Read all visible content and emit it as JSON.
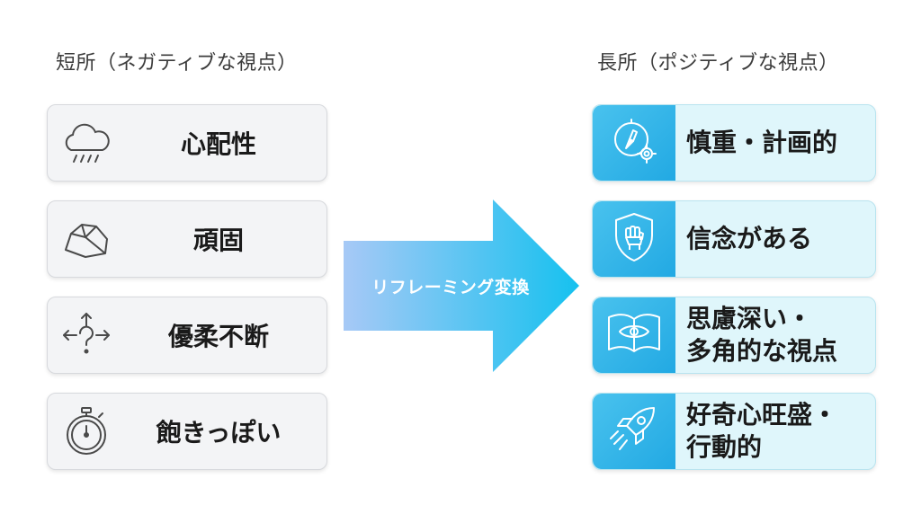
{
  "left_column": {
    "title": "短所（ネガティブな視点）",
    "items": [
      {
        "label": "心配性",
        "icon": "rain-cloud-icon"
      },
      {
        "label": "頑固",
        "icon": "rock-icon"
      },
      {
        "label": "優柔不断",
        "icon": "question-arrows-icon"
      },
      {
        "label": "飽きっぽい",
        "icon": "stopwatch-icon"
      }
    ]
  },
  "right_column": {
    "title": "長所（ポジティブな視点）",
    "items": [
      {
        "label": "慎重・計画的",
        "icon": "compass-gear-icon"
      },
      {
        "label": "信念がある",
        "icon": "shield-fist-icon"
      },
      {
        "label": "思慮深い・\n多角的な視点",
        "icon": "book-eye-icon"
      },
      {
        "label": "好奇心旺盛・\n行動的",
        "icon": "rocket-icon"
      }
    ]
  },
  "arrow": {
    "label": "リフレーミング変換"
  },
  "colors": {
    "negative_card": "#f3f4f6",
    "positive_card": "#dff6fb",
    "accent": "#22a9e3",
    "arrow_start": "#a7c9f6",
    "arrow_end": "#16c1ef"
  }
}
